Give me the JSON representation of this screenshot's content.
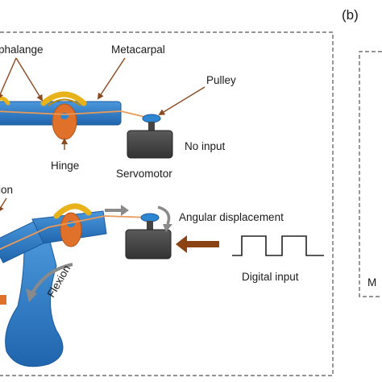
{
  "figure": {
    "panel_b_label": "(b)",
    "labels": {
      "phalange": "phalange",
      "metacarpal": "Metacarpal",
      "pulley": "Pulley",
      "hinge": "Hinge",
      "servomotor": "Servomotor",
      "no_input": "No input",
      "tendon": "lon",
      "angular_displacement": "Angular displacement",
      "digital_input": "Digital input",
      "flexion": "Flexion",
      "panel_b_partial": "M"
    },
    "colors": {
      "link_blue": "#2a78c8",
      "link_blue_dark": "#1a5a9e",
      "hinge_orange": "#e0712b",
      "cap_yellow": "#e8b21a",
      "tendon_orange": "#e89a5a",
      "pulley_blue": "#2e86d1",
      "motor_gray": "#4a4a4a",
      "arrow_brown": "#8b4313",
      "arrow_gray": "#8a8a8a",
      "frame_dash": "#555555"
    }
  }
}
